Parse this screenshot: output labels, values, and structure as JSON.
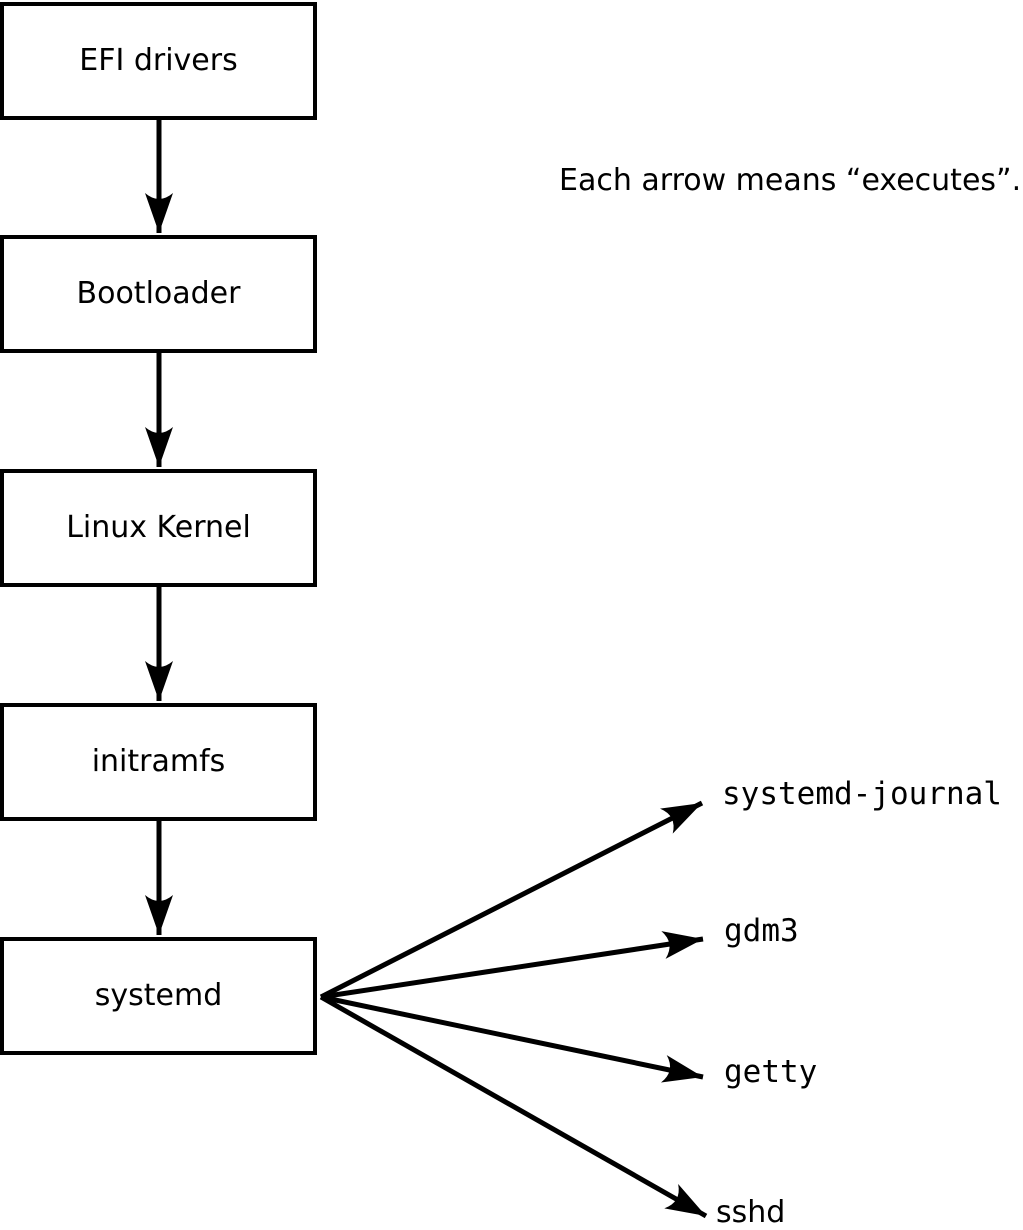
{
  "note": "Each arrow means “executes”.",
  "colors": {
    "line": "#000000",
    "box_fill": "#ffffff",
    "background": "#ffffff"
  },
  "chain": [
    {
      "label": "EFI drivers"
    },
    {
      "label": "Bootloader"
    },
    {
      "label": "Linux Kernel"
    },
    {
      "label": "initramfs"
    },
    {
      "label": "systemd"
    }
  ],
  "fanout": [
    {
      "label": "systemd-journal"
    },
    {
      "label": "gdm3"
    },
    {
      "label": "getty"
    },
    {
      "label": "sshd"
    }
  ]
}
